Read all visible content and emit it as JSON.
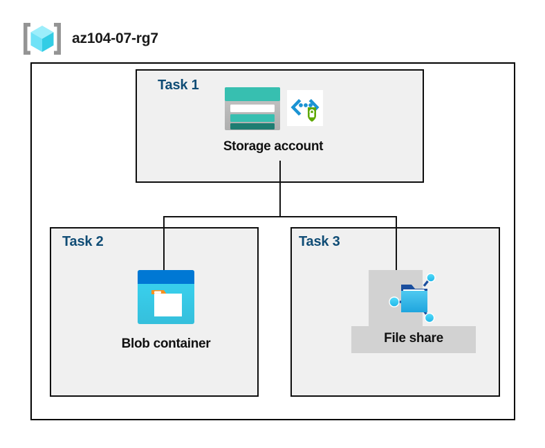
{
  "diagram": {
    "title": "az104-07-rg7",
    "resource_group_icon": "resource-group-cube-icon",
    "colors": {
      "task_label": "#0F4C75",
      "box_fill": "#F0F0F0",
      "box_border": "#0D0D0D",
      "outer_border": "#000000",
      "connector": "#111111",
      "selection_highlight": "#D2D2D2",
      "storage_teal": "#37BFB0",
      "storage_teal_dark": "#1E7D72",
      "blob_blue": "#0078D4",
      "blob_cyan": "#32C8EE",
      "blob_orange": "#F7901E",
      "fileshare_blue": "#32BEEB",
      "shield_green": "#5EA800",
      "bracket_blue": "#1B93D3",
      "cube_cyan": "#50E6FF",
      "bracket_gray": "#949494"
    },
    "tasks": [
      {
        "id": "task-1",
        "label": "Task 1",
        "node_caption": "Storage account",
        "icons": [
          "storage-account-icon",
          "secure-endpoint-shield-icon"
        ]
      },
      {
        "id": "task-2",
        "label": "Task 2",
        "node_caption": "Blob container",
        "icons": [
          "blob-container-icon"
        ]
      },
      {
        "id": "task-3",
        "label": "Task 3",
        "node_caption": "File share",
        "icons": [
          "file-share-icon"
        ],
        "selected": true
      }
    ],
    "connections": [
      {
        "from": "Storage account",
        "to": "Blob container"
      },
      {
        "from": "Storage account",
        "to": "File share"
      }
    ]
  }
}
